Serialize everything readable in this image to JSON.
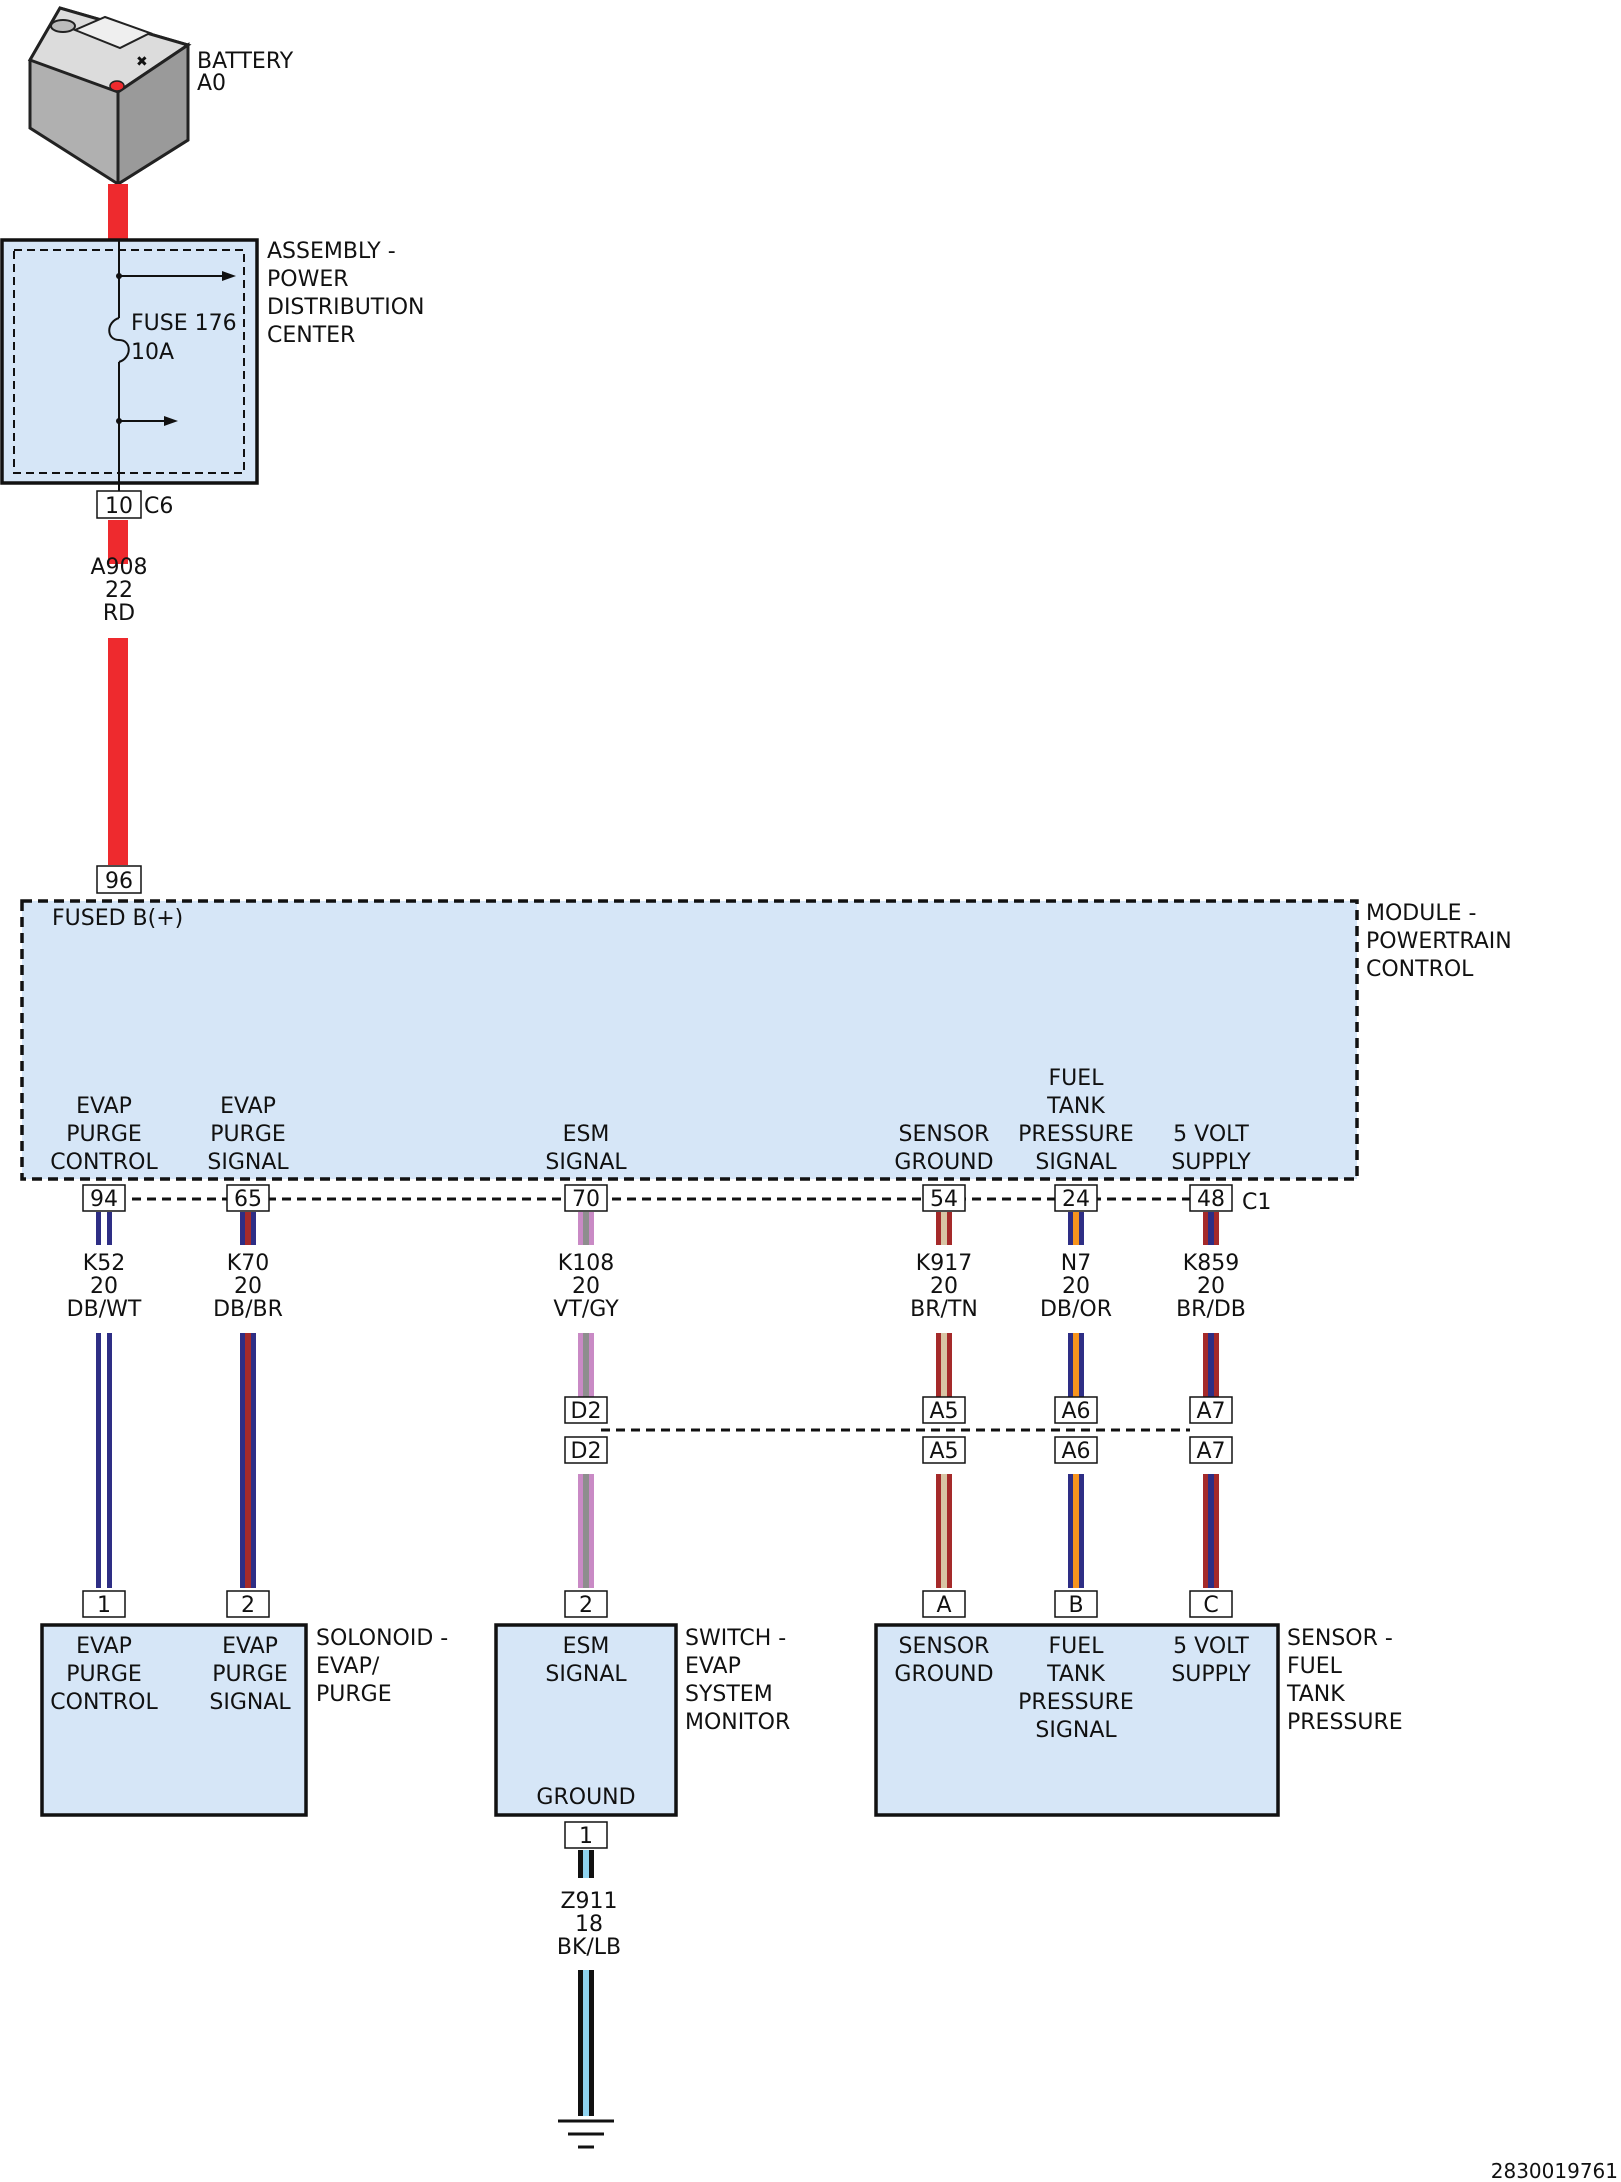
{
  "battery": {
    "line1": "BATTERY",
    "line2": "A0"
  },
  "pdc": {
    "name": [
      "ASSEMBLY -",
      "POWER",
      "DISTRIBUTION",
      "CENTER"
    ],
    "fuse": [
      "FUSE 176",
      "10A"
    ],
    "pin": "10",
    "connector": "C6"
  },
  "feed_wire": {
    "circuit": "A908",
    "gauge": "22",
    "color": "RD",
    "colors": [
      "#ee2a2e"
    ]
  },
  "pcm": {
    "name": [
      "MODULE -",
      "POWERTRAIN",
      "CONTROL"
    ],
    "fused_pin": "96",
    "fused_label": "FUSED B(+)",
    "connector": "C1"
  },
  "circuits": [
    {
      "id": "evap-purge-control",
      "pcm_label": [
        "EVAP",
        "PURGE",
        "CONTROL"
      ],
      "pin": "94",
      "circuit": "K52",
      "gauge": "20",
      "color": "DB/WT",
      "colors": [
        "#2e2e85",
        "#ffffff"
      ],
      "dest_pin": "1"
    },
    {
      "id": "evap-purge-signal",
      "pcm_label": [
        "EVAP",
        "PURGE",
        "SIGNAL"
      ],
      "pin": "65",
      "circuit": "K70",
      "gauge": "20",
      "color": "DB/BR",
      "colors": [
        "#2e2e85",
        "#a52a2a"
      ],
      "dest_pin": "2"
    },
    {
      "id": "esm-signal",
      "pcm_label": [
        "ESM",
        "SIGNAL"
      ],
      "pin": "70",
      "circuit": "K108",
      "gauge": "20",
      "color": "VT/GY",
      "colors": [
        "#c98ac5",
        "#8e8e8e"
      ],
      "inline_pin": "D2",
      "dest_pin": "2"
    },
    {
      "id": "sensor-ground",
      "pcm_label": [
        "SENSOR",
        "GROUND"
      ],
      "pin": "54",
      "circuit": "K917",
      "gauge": "20",
      "color": "BR/TN",
      "colors": [
        "#a52a2a",
        "#d8c5a5"
      ],
      "inline_pin": "A5",
      "dest_pin": "A"
    },
    {
      "id": "fuel-tank-pressure-signal",
      "pcm_label": [
        "FUEL",
        "TANK",
        "PRESSURE",
        "SIGNAL"
      ],
      "pin": "24",
      "circuit": "N7",
      "gauge": "20",
      "color": "DB/OR",
      "colors": [
        "#2e2e85",
        "#f7941d"
      ],
      "inline_pin": "A6",
      "dest_pin": "B"
    },
    {
      "id": "5-volt-supply",
      "pcm_label": [
        "5 VOLT",
        "SUPPLY"
      ],
      "pin": "48",
      "circuit": "K859",
      "gauge": "20",
      "color": "BR/DB",
      "colors": [
        "#a52a2a",
        "#2e2e85"
      ],
      "inline_pin": "A7",
      "dest_pin": "C"
    }
  ],
  "solenoid": {
    "name": [
      "SOLONOID -",
      "EVAP/",
      "PURGE"
    ],
    "labels": [
      [
        "EVAP",
        "PURGE",
        "CONTROL"
      ],
      [
        "EVAP",
        "PURGE",
        "SIGNAL"
      ]
    ]
  },
  "switch": {
    "name": [
      "SWITCH -",
      "EVAP",
      "SYSTEM",
      "MONITOR"
    ],
    "label": [
      "ESM",
      "SIGNAL"
    ],
    "ground_label": "GROUND",
    "ground_pin": "1"
  },
  "sensor": {
    "name": [
      "SENSOR -",
      "FUEL",
      "TANK",
      "PRESSURE"
    ],
    "labels": [
      [
        "SENSOR",
        "GROUND"
      ],
      [
        "FUEL",
        "TANK",
        "PRESSURE",
        "SIGNAL"
      ],
      [
        "5 VOLT",
        "SUPPLY"
      ]
    ]
  },
  "ground_wire": {
    "circuit": "Z911",
    "gauge": "18",
    "color": "BK/LB",
    "colors": [
      "#111111",
      "#8fd3f0"
    ]
  },
  "doc_number": "2830019761"
}
